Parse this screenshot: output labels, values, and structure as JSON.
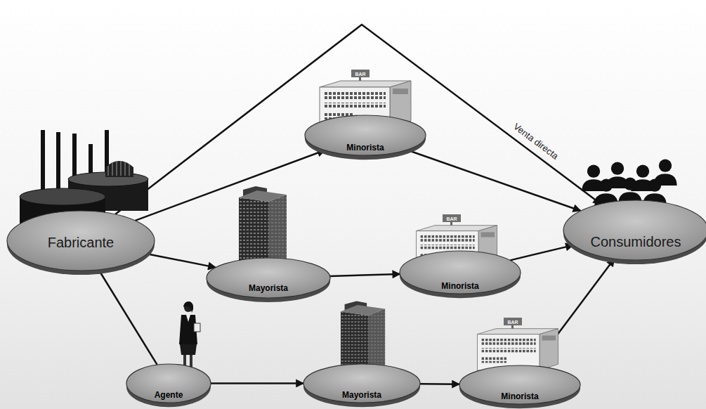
{
  "diagram": {
    "nodes": [
      {
        "text": [
          "Fabricante"
        ]
      },
      {
        "text": [
          "Minorista"
        ]
      },
      {
        "text": [
          "Mayorista"
        ]
      },
      {
        "text": [
          "Minorista"
        ]
      },
      {
        "text": [
          "Consumidores"
        ]
      },
      {
        "text": [
          "Agente"
        ]
      },
      {
        "text": [
          "Mayorista"
        ]
      },
      {
        "text": [
          "Minorista"
        ]
      }
    ],
    "edges": [
      {
        "from": 0,
        "to": 4,
        "label": "Venta directa",
        "arrow": "to"
      },
      {
        "from": 0,
        "to": 1,
        "arrow": "to"
      },
      {
        "from": 1,
        "to": 4,
        "arrow": "to"
      },
      {
        "from": 0,
        "to": 2,
        "arrow": "to"
      },
      {
        "from": 2,
        "to": 3,
        "arrow": "to"
      },
      {
        "from": 3,
        "to": 4,
        "arrow": "to"
      },
      {
        "from": 0,
        "to": 5,
        "arrow": "none"
      },
      {
        "from": 5,
        "to": 6,
        "arrow": "to"
      },
      {
        "from": 6,
        "to": 7,
        "arrow": "to"
      },
      {
        "from": 7,
        "to": 4,
        "arrow": "to"
      }
    ],
    "labels": [
      "BAR",
      "BAR",
      "BAR"
    ]
  }
}
